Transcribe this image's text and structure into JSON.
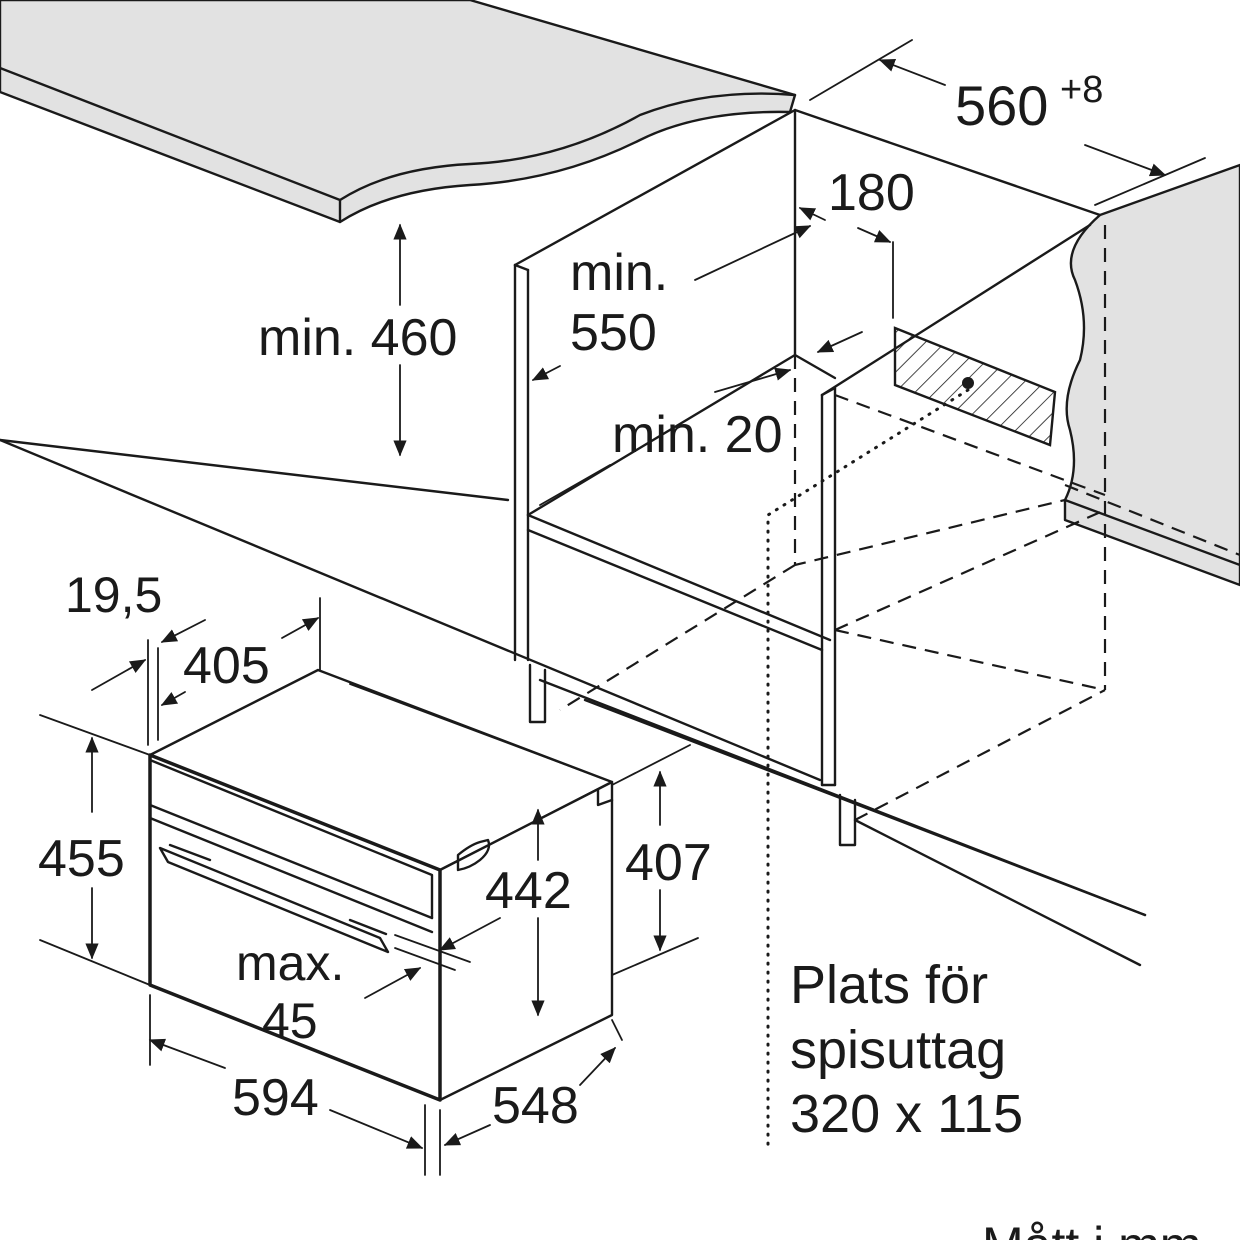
{
  "diagram": {
    "labels": {
      "width_niche": "560",
      "width_niche_tolerance": "+8",
      "socket_offset": "180",
      "min_550_line1": "min.",
      "min_550_line2": "550",
      "min_460": "min. 460",
      "min_20": "min. 20",
      "depth_19_5": "19,5",
      "depth_405": "405",
      "height_455": "455",
      "height_442": "442",
      "height_407": "407",
      "max_45_line1": "max.",
      "max_45_line2": "45",
      "width_594": "594",
      "depth_548": "548",
      "socket_note_line1": "Plats för",
      "socket_note_line2": "spisuttag",
      "socket_note_line3": "320 x 115",
      "units_note": "Mått i mm"
    }
  }
}
